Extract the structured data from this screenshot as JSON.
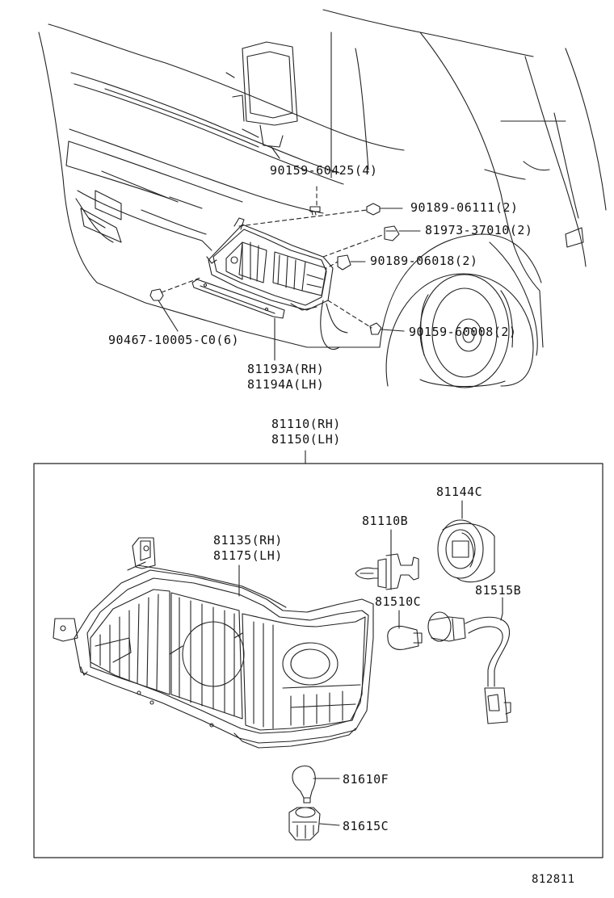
{
  "figure_id": "812811",
  "labels": {
    "screw_top": "90159-60425(4)",
    "screw_right_1": "90189-06111(2)",
    "clip_right": "81973-37010(2)",
    "screw_right_2": "90189-06018(2)",
    "clip_left": "90467-10005-C0(6)",
    "screw_bottom": "90159-60008(2)",
    "bracket_rh": "81193A(RH)",
    "bracket_lh": "81194A(LH)",
    "unit_rh": "81110(RH)",
    "unit_lh": "81150(LH)",
    "lens_rh": "81135(RH)",
    "lens_lh": "81175(LH)",
    "headlamp_bulb": "81110B",
    "socket_cover": "81144C",
    "turn_bulb": "81510C",
    "socket_wire": "81515B",
    "side_bulb": "81610F",
    "side_socket": "81615C"
  }
}
